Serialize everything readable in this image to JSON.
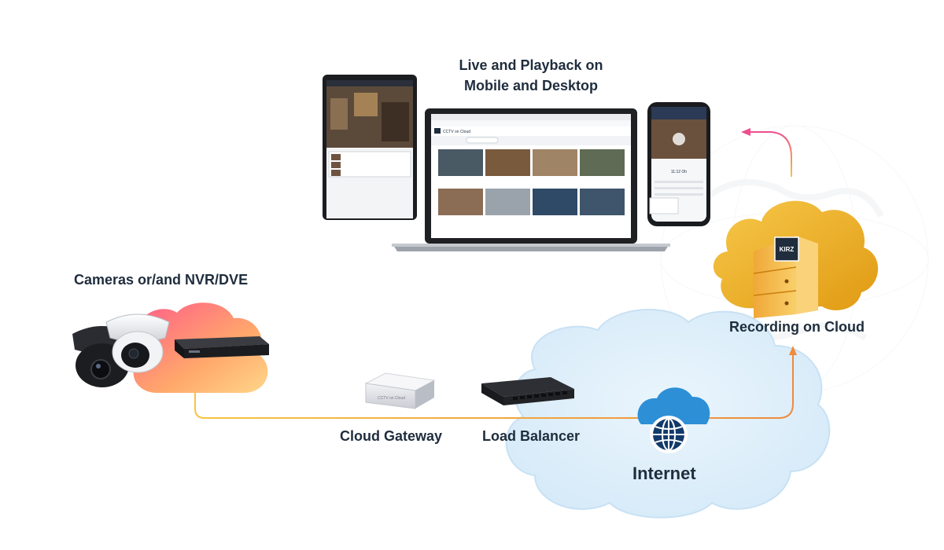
{
  "labels": {
    "live_line1": "Live and Playback on",
    "live_line2": "Mobile and Desktop",
    "cameras": "Cameras or/and NVR/DVE",
    "recording": "Recording on Cloud",
    "gateway": "Cloud Gateway",
    "load_balancer": "Load Balancer",
    "internet": "Internet"
  },
  "server_brand": "KIRZ",
  "laptop": {
    "app_title": "CCTV on Cloud"
  },
  "phone": {
    "time": "11:12 Oh"
  },
  "colors": {
    "text": "#1f2d3d",
    "connector_yellow": "#f5c542",
    "connector_orange": "#f08a3c",
    "connector_pink": "#ec4f8c",
    "internet_cloud": "#2d8fd6",
    "server_gold": "#e8a317"
  },
  "icons": [
    "globe-icon",
    "cloud-icon",
    "camera-icon",
    "server-icon",
    "router-icon",
    "gateway-icon"
  ]
}
